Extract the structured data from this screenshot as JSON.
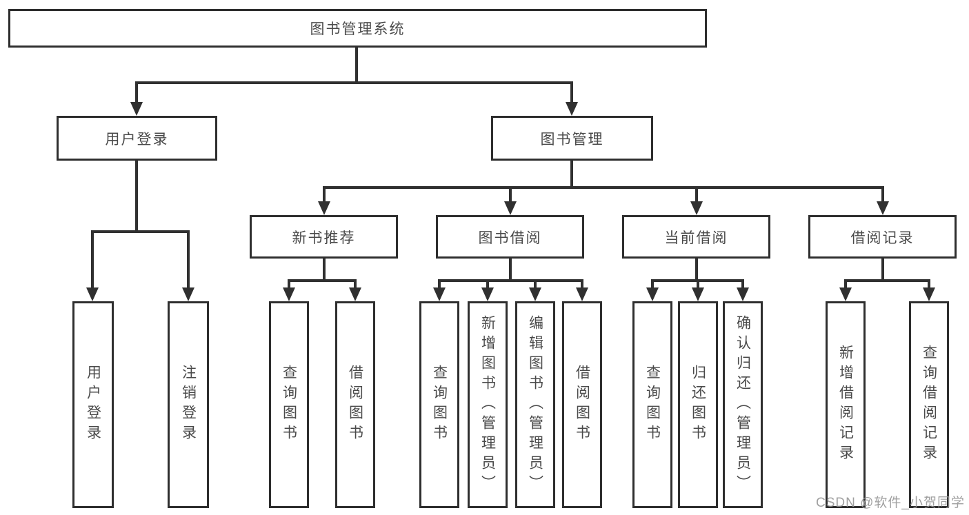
{
  "tree": {
    "root": {
      "label": "图书管理系统"
    },
    "branches": [
      {
        "label": "用户登录",
        "children": [
          {
            "label": "用户登录"
          },
          {
            "label": "注销登录"
          }
        ]
      },
      {
        "label": "图书管理",
        "children": [
          {
            "label": "新书推荐",
            "children": [
              {
                "label": "查询图书"
              },
              {
                "label": "借阅图书"
              }
            ]
          },
          {
            "label": "图书借阅",
            "children": [
              {
                "label": "查询图书"
              },
              {
                "label": "新增图书（管理员）"
              },
              {
                "label": "编辑图书（管理员）"
              },
              {
                "label": "借阅图书"
              }
            ]
          },
          {
            "label": "当前借阅",
            "children": [
              {
                "label": "查询图书"
              },
              {
                "label": "归还图书"
              },
              {
                "label": "确认归还（管理员）"
              }
            ]
          },
          {
            "label": "借阅记录",
            "children": [
              {
                "label": "新增借阅记录"
              },
              {
                "label": "查询借阅记录"
              }
            ]
          }
        ]
      }
    ]
  },
  "watermark": {
    "text": "CSDN @软件_小贺同学"
  },
  "colors": {
    "line": "#303030",
    "box_border": "#2e2e2e",
    "text": "#4a4a4a",
    "watermark": "#969696",
    "background": "#ffffff"
  }
}
